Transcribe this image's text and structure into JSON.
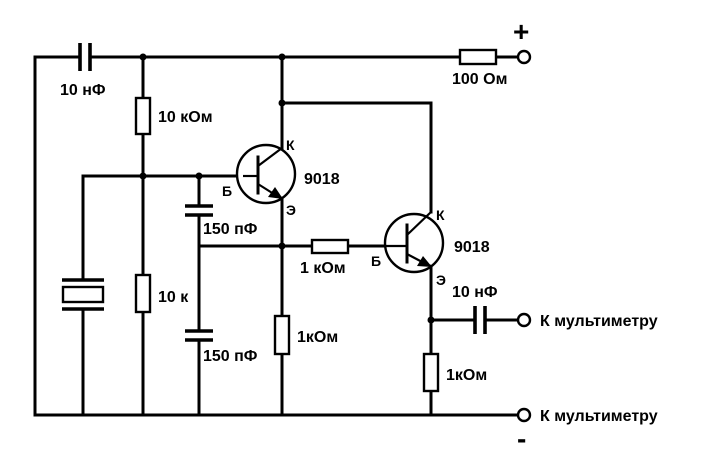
{
  "supply": {
    "plus": "+",
    "minus": "-"
  },
  "components": {
    "c_top": "10 нФ",
    "r_load": "100 Ом",
    "r_bias_top": "10 кОм",
    "r_bias_bottom": "10 к",
    "c_fb_top": "150 пФ",
    "c_fb_bottom": "150 пФ",
    "r_emitter1": "1кОм",
    "r_coupling": "1 кОм",
    "r_emitter2": "1кОм",
    "c_out": "10 нФ"
  },
  "transistors": {
    "q1": {
      "model": "9018",
      "collector": "К",
      "base": "Б",
      "emitter": "Э"
    },
    "q2": {
      "model": "9018",
      "collector": "К",
      "base": "Б",
      "emitter": "Э"
    }
  },
  "outputs": {
    "signal": "К мультиметру",
    "ground": "К мультиметру"
  }
}
